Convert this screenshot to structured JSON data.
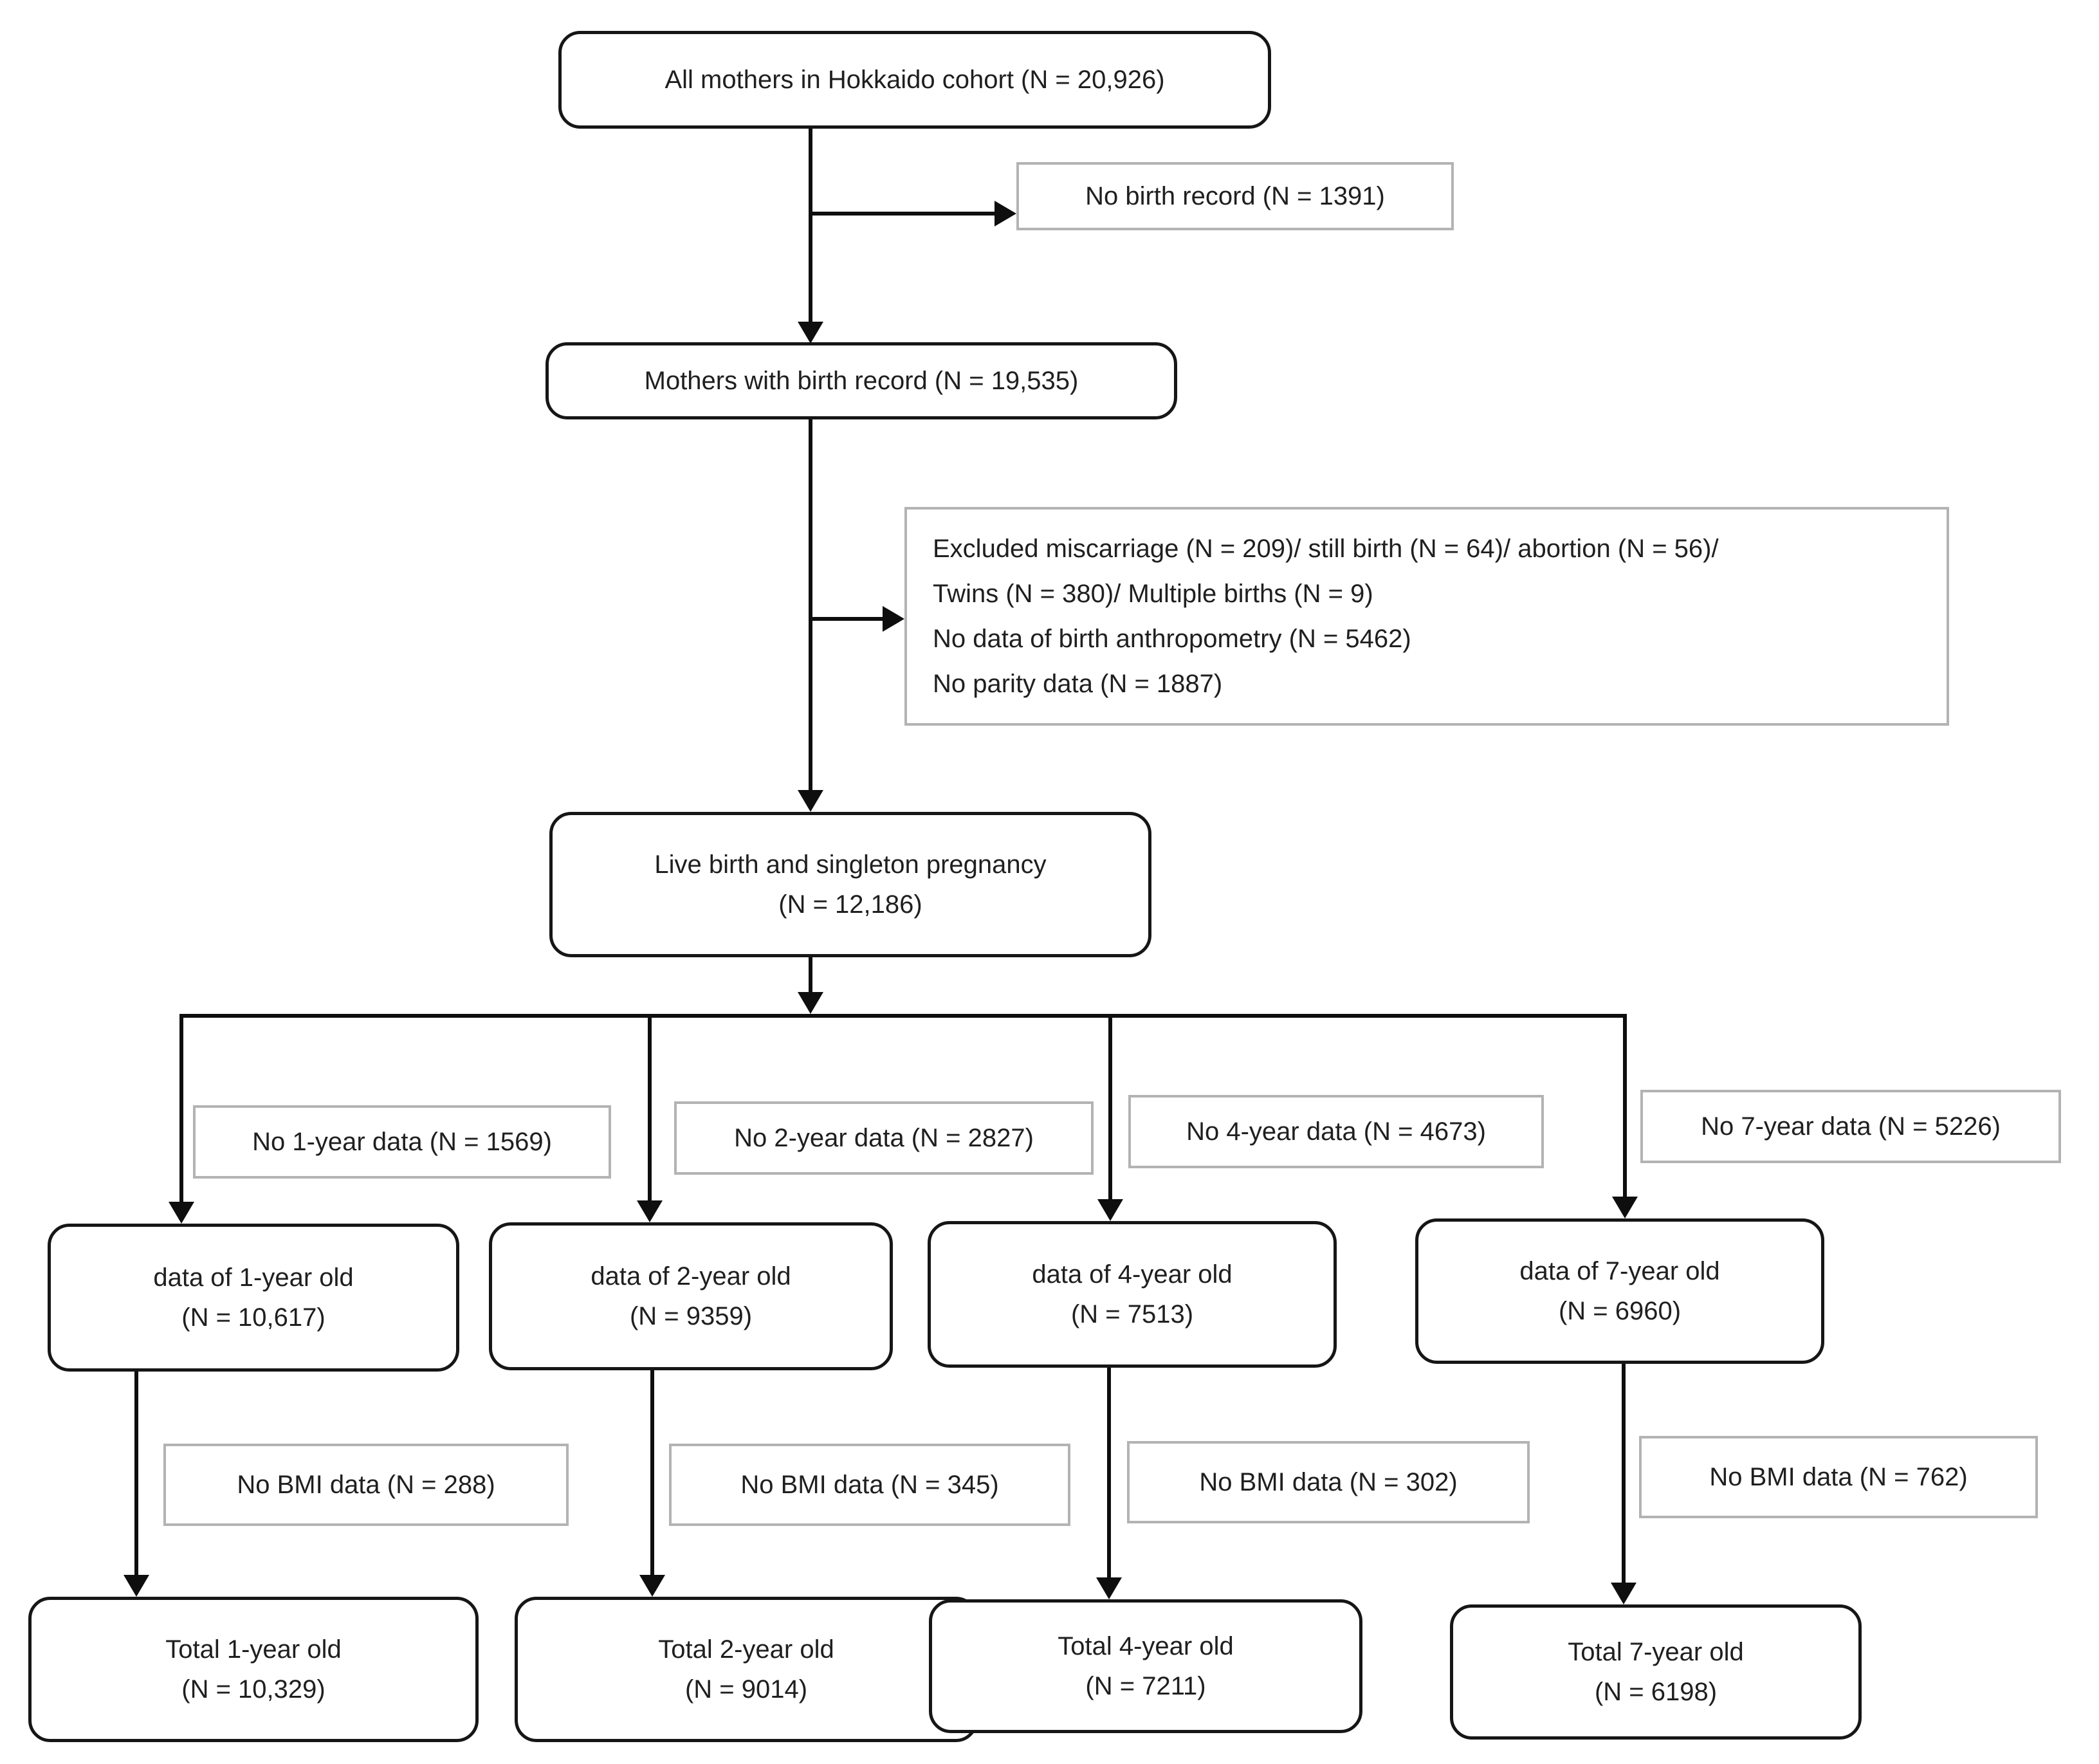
{
  "colors": {
    "background": "#ffffff",
    "line": "#0e0e0e",
    "box_border": "#161616",
    "note_border": "#b3b3b3",
    "text": "#1f1f1f"
  },
  "nodes": {
    "all_mothers": {
      "label": "All mothers in Hokkaido cohort (N = 20,926)"
    },
    "no_birth_record": {
      "label": "No birth record (N = 1391)"
    },
    "mothers_with_birth_record": {
      "label": "Mothers with birth record (N = 19,535)"
    },
    "exclusions": {
      "lines": [
        "Excluded miscarriage (N = 209)/ still birth (N = 64)/ abortion (N = 56)/",
        "Twins (N = 380)/ Multiple births (N = 9)",
        "No data of birth anthropometry (N = 5462)",
        "No parity data (N = 1887)"
      ]
    },
    "live_birth_singleton": {
      "line1": "Live birth and singleton pregnancy",
      "line2": "(N = 12,186)"
    }
  },
  "branches": [
    {
      "no_data_label": "No 1-year data (N = 1569)",
      "data_label": "data of 1-year old",
      "data_n": "(N = 10,617)",
      "no_bmi_label": "No BMI data (N = 288)",
      "total_label": "Total 1-year old",
      "total_n": "(N = 10,329)"
    },
    {
      "no_data_label": "No 2-year data (N = 2827)",
      "data_label": "data of 2-year old",
      "data_n": "(N = 9359)",
      "no_bmi_label": "No BMI data (N = 345)",
      "total_label": "Total 2-year old",
      "total_n": "(N = 9014)"
    },
    {
      "no_data_label": "No 4-year data (N = 4673)",
      "data_label": "data of 4-year old",
      "data_n": "(N = 7513)",
      "no_bmi_label": "No BMI data (N = 302)",
      "total_label": "Total 4-year old",
      "total_n": "(N = 7211)"
    },
    {
      "no_data_label": "No 7-year data (N = 5226)",
      "data_label": "data of 7-year old",
      "data_n": "(N = 6960)",
      "no_bmi_label": "No BMI data (N = 762)",
      "total_label": "Total 7-year old",
      "total_n": "(N = 6198)"
    }
  ]
}
